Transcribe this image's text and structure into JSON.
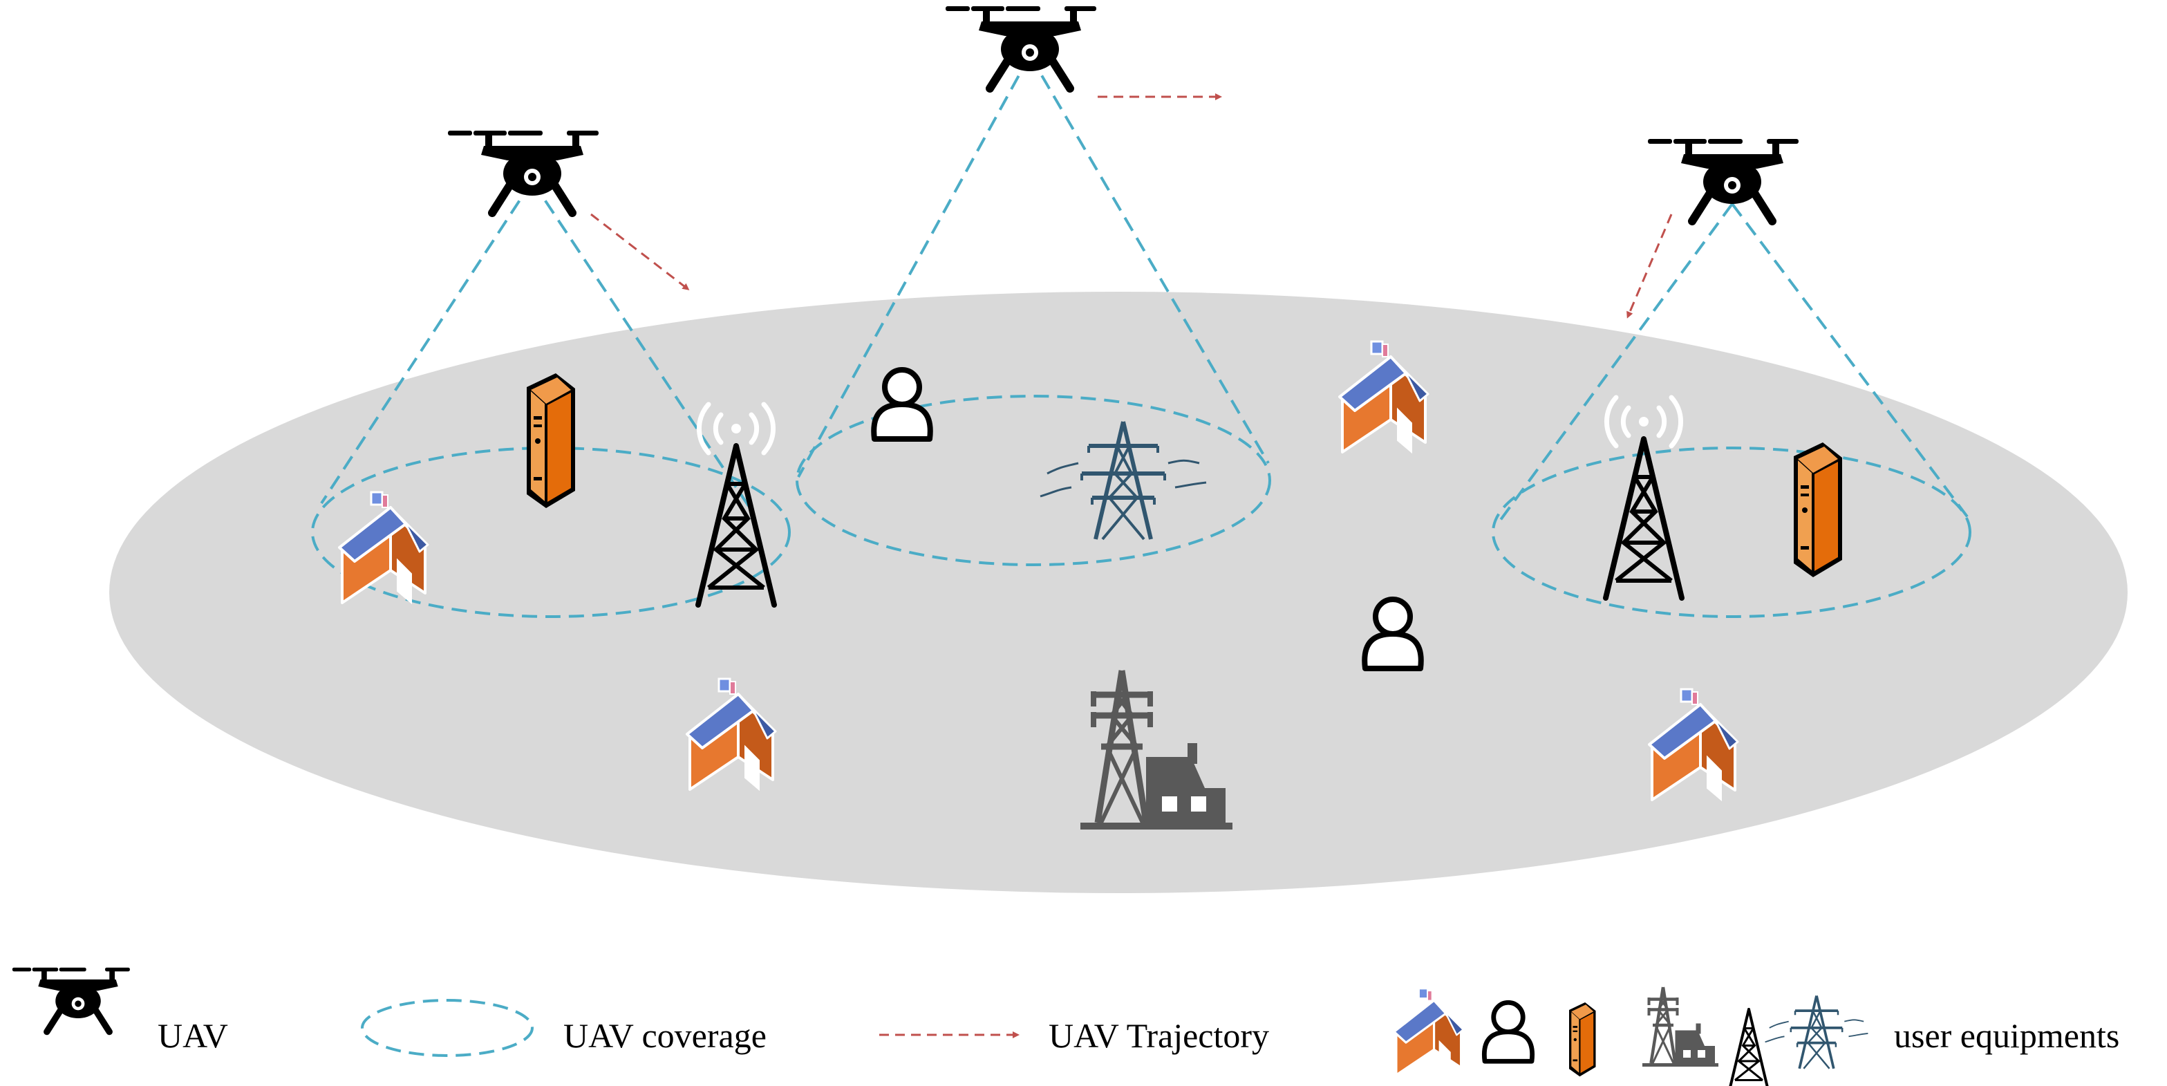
{
  "colors": {
    "ground": "#d9d9d9",
    "coverage": "#4bacc6",
    "trajectory": "#c0504d",
    "house_wall": "#e7782f",
    "house_wall_dark": "#c45a1a",
    "house_roof": "#5a78c8",
    "server": "#e46c0a",
    "pylon_blue": "#31566f",
    "substation": "#595959",
    "black": "#000000"
  },
  "icons": {
    "uav": "quadcopter-drone-icon",
    "house": "house-icon",
    "user": "user-person-icon",
    "server": "server-icon",
    "substation": "pylon-substation-icon",
    "tower": "radio-tower-icon",
    "pylon": "transmission-pylon-icon"
  },
  "legend": {
    "uav_label": "UAV",
    "coverage_label": "UAV coverage",
    "trajectory_label": "UAV Trajectory",
    "ue_label": "user equipments"
  }
}
